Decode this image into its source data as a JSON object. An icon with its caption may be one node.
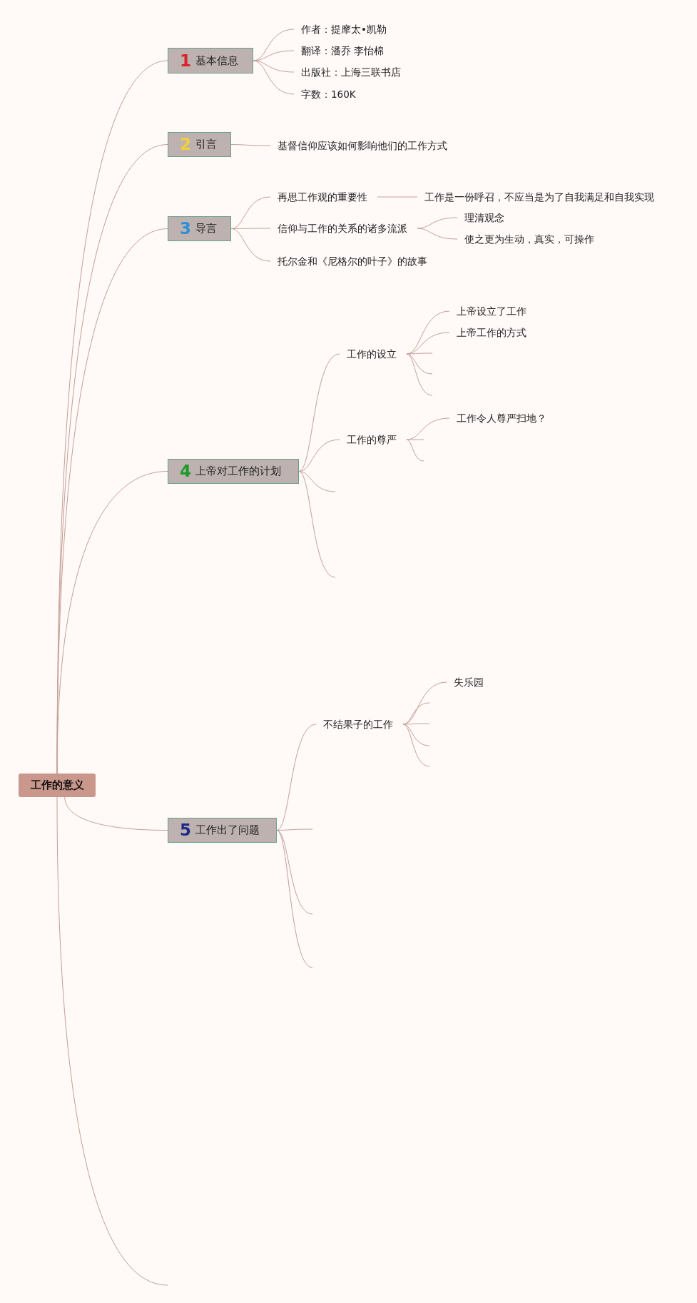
{
  "diagram": {
    "nodes": [
      {
        "text": [
          "工作的意义"
        ]
      },
      {
        "text": [
          "1",
          "基本信息"
        ]
      },
      {
        "text": [
          "作者：提摩太•凯勒"
        ]
      },
      {
        "text": [
          "翻译：潘乔 李怡棉"
        ]
      },
      {
        "text": [
          "出版社：上海三联书店"
        ]
      },
      {
        "text": [
          "字数：160K"
        ]
      },
      {
        "text": [
          "2",
          "引言"
        ]
      },
      {
        "text": [
          "基督信仰应该如何影响他们的工作方式"
        ]
      },
      {
        "text": [
          "3",
          "导言"
        ]
      },
      {
        "text": [
          "再思工作观的重要性"
        ]
      },
      {
        "text": [
          "工作是一份呼召，不应当是为了自我满足和自我实现"
        ]
      },
      {
        "text": [
          "信仰与工作的关系的诸多流派"
        ]
      },
      {
        "text": [
          "理清观念"
        ]
      },
      {
        "text": [
          "使之更为生动，真实，可操作"
        ]
      },
      {
        "text": [
          "托尔金和《尼格尔的叶子》的故事"
        ]
      },
      {
        "text": [
          "4",
          "上帝对工作的计划"
        ]
      },
      {
        "text": [
          "工作的设立"
        ]
      },
      {
        "text": [
          "上帝设立了工作"
        ]
      },
      {
        "text": [
          "上帝工作的方式"
        ]
      },
      {
        "text": [
          "工作的尊严"
        ]
      },
      {
        "text": [
          "工作令人尊严扫地？"
        ]
      },
      {
        "text": [
          "5",
          "工作出了问题"
        ]
      },
      {
        "text": [
          "不结果子的工作"
        ]
      },
      {
        "text": [
          "失乐园"
        ]
      }
    ],
    "edges": [
      {
        "from": 0,
        "to": 1,
        "arrow": "none"
      },
      {
        "from": 0,
        "to": 6,
        "arrow": "none"
      },
      {
        "from": 0,
        "to": 8,
        "arrow": "none"
      },
      {
        "from": 0,
        "to": 15,
        "arrow": "none"
      },
      {
        "from": 0,
        "to": 21,
        "arrow": "none"
      },
      {
        "from": 0,
        "to": null,
        "arrow": "none"
      },
      {
        "from": 1,
        "to": 2,
        "arrow": "none"
      },
      {
        "from": 1,
        "to": 3,
        "arrow": "none"
      },
      {
        "from": 1,
        "to": 4,
        "arrow": "none"
      },
      {
        "from": 1,
        "to": 5,
        "arrow": "none"
      },
      {
        "from": 6,
        "to": 7,
        "arrow": "none"
      },
      {
        "from": 8,
        "to": 9,
        "arrow": "none"
      },
      {
        "from": 9,
        "to": 10,
        "arrow": "none"
      },
      {
        "from": 8,
        "to": 11,
        "arrow": "none"
      },
      {
        "from": 11,
        "to": 12,
        "arrow": "none"
      },
      {
        "from": 11,
        "to": 13,
        "arrow": "none"
      },
      {
        "from": 8,
        "to": 14,
        "arrow": "none"
      },
      {
        "from": 15,
        "to": 16,
        "arrow": "none"
      },
      {
        "from": 16,
        "to": 17,
        "arrow": "none"
      },
      {
        "from": 16,
        "to": 18,
        "arrow": "none"
      },
      {
        "from": 16,
        "to": null,
        "arrow": "none"
      },
      {
        "from": 16,
        "to": null,
        "arrow": "none"
      },
      {
        "from": 16,
        "to": null,
        "arrow": "none"
      },
      {
        "from": 15,
        "to": 19,
        "arrow": "none"
      },
      {
        "from": 19,
        "to": 20,
        "arrow": "none"
      },
      {
        "from": 19,
        "to": null,
        "arrow": "none"
      },
      {
        "from": 19,
        "to": null,
        "arrow": "none"
      },
      {
        "from": 15,
        "to": null,
        "arrow": "none"
      },
      {
        "from": 15,
        "to": null,
        "arrow": "none"
      },
      {
        "from": 21,
        "to": 22,
        "arrow": "none"
      },
      {
        "from": 22,
        "to": 23,
        "arrow": "none"
      },
      {
        "from": 22,
        "to": null,
        "arrow": "none"
      },
      {
        "from": 22,
        "to": null,
        "arrow": "none"
      },
      {
        "from": 22,
        "to": null,
        "arrow": "none"
      },
      {
        "from": 22,
        "to": null,
        "arrow": "none"
      },
      {
        "from": 21,
        "to": null,
        "arrow": "none"
      },
      {
        "from": 21,
        "to": null,
        "arrow": "none"
      },
      {
        "from": 21,
        "to": null,
        "arrow": "none"
      }
    ]
  }
}
